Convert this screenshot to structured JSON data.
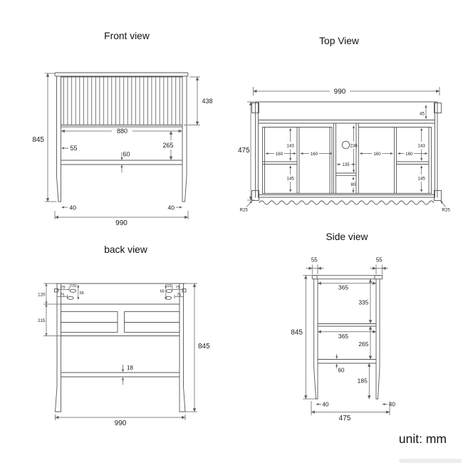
{
  "unit_label": "unit: mm",
  "colors": {
    "line": "#555555",
    "dimension": "#5f5f5f",
    "text": "#1a1a1a",
    "background": "#ffffff"
  },
  "views": {
    "front": {
      "title": "Front view",
      "dims": {
        "total_height": "845",
        "fluted_height": "438",
        "inner_width": "880",
        "open_height": "265",
        "stile_width": "55",
        "rail_thickness": "60",
        "leg_left": "40",
        "leg_right": "40",
        "total_width": "990"
      }
    },
    "top": {
      "title": "Top View",
      "dims": {
        "total_width": "990",
        "total_depth": "475",
        "back_rail": "45",
        "left_outer_height": "143",
        "left_outer_width": "160",
        "left_inner_width": "160",
        "middle_depth": "236",
        "middle_width": "135",
        "middle_back": "80",
        "right_inner_width": "160",
        "right_outer_width": "160",
        "right_outer_height": "143",
        "left_lower_height": "145",
        "right_lower_height": "145",
        "corner_radius_left": "R25",
        "corner_radius_right": "R25"
      }
    },
    "back": {
      "title": "back view",
      "dims": {
        "top_rail_height": "120",
        "panel_height": "215",
        "total_height": "845",
        "shelf_thickness": "18",
        "total_width": "990",
        "slot_left_offset_top": "75",
        "slot_left_length": "15",
        "slot_left_spacing": "65",
        "slot_left_offset_bottom": "75",
        "slot_right_spacing": "65",
        "slot_right_length": "15",
        "slot_right_offset_top": "75",
        "slot_right_offset_bottom": "75"
      }
    },
    "side": {
      "title": "Side view",
      "dims": {
        "front_leg_width": "55",
        "back_leg_width": "55",
        "upper_inner_depth": "365",
        "upper_height": "335",
        "total_height": "845",
        "lower_inner_depth": "365",
        "lower_height": "265",
        "shelf_thickness": "60",
        "leg_height": "185",
        "front_leg_bottom": "40",
        "back_leg_bottom": "40",
        "total_depth": "475"
      }
    }
  }
}
